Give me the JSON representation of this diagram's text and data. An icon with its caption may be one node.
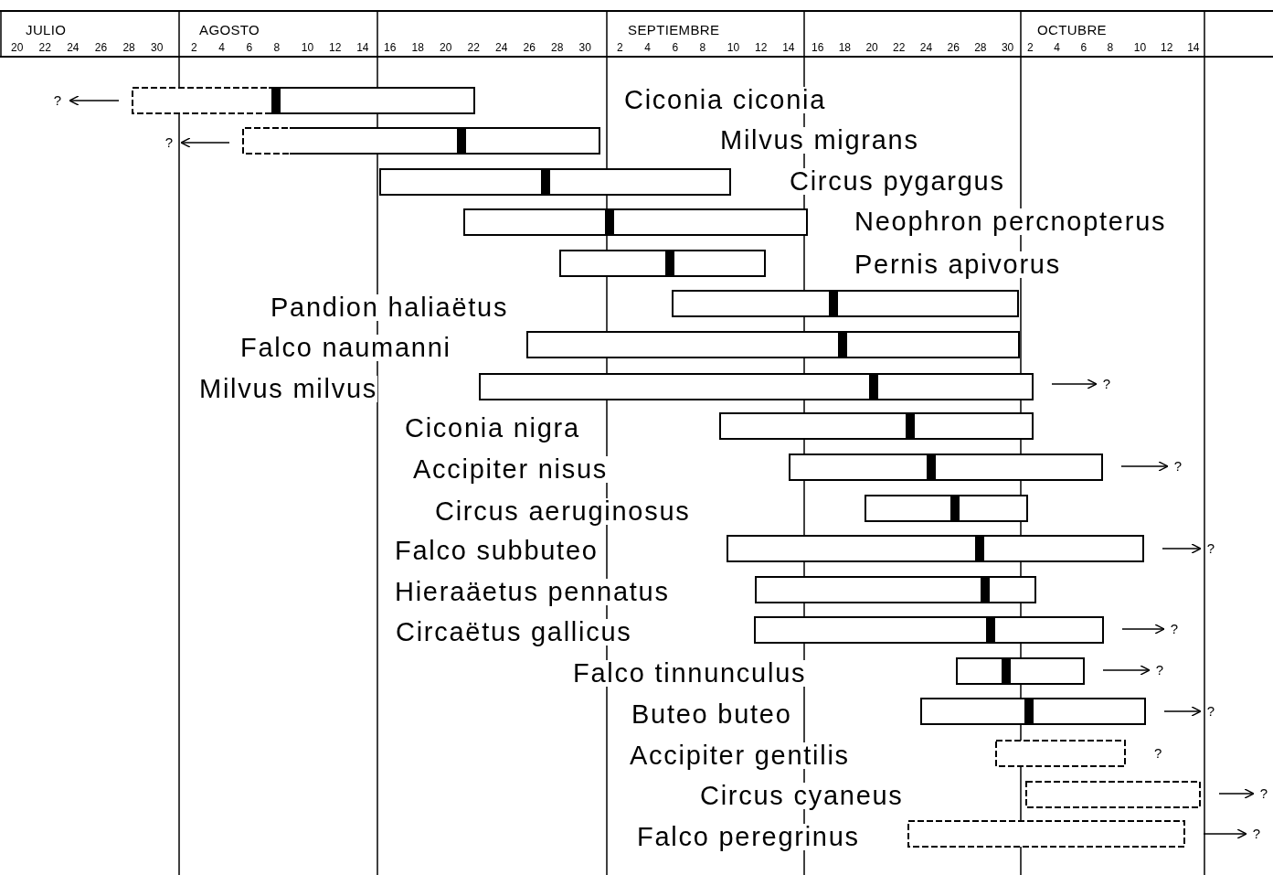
{
  "diagram": {
    "nodes": [
      {
        "text": [],
        "shape": "bar"
      },
      {
        "text": [],
        "shape": "bar"
      },
      {
        "text": [],
        "shape": "bar"
      },
      {
        "text": [],
        "shape": "bar"
      },
      {
        "text": [],
        "shape": "bar"
      },
      {
        "text": [],
        "shape": "bar"
      },
      {
        "text": [],
        "shape": "bar"
      },
      {
        "text": [],
        "shape": "bar"
      },
      {
        "text": [],
        "shape": "bar"
      },
      {
        "text": [],
        "shape": "bar"
      },
      {
        "text": [],
        "shape": "bar"
      },
      {
        "text": [],
        "shape": "bar"
      },
      {
        "text": [],
        "shape": "bar"
      },
      {
        "text": [],
        "shape": "bar"
      },
      {
        "text": [],
        "shape": "bar"
      },
      {
        "text": [],
        "shape": "bar"
      },
      {
        "text": [],
        "shape": "bar"
      },
      {
        "text": [],
        "shape": "bar"
      },
      {
        "text": [],
        "shape": "bar"
      },
      {
        "text": [
          "?"
        ]
      },
      {
        "text": [
          "?"
        ]
      },
      {
        "text": [
          "?"
        ]
      },
      {
        "text": [
          "?"
        ]
      },
      {
        "text": [
          "?"
        ]
      },
      {
        "text": [
          "?"
        ]
      },
      {
        "text": [
          "?"
        ]
      },
      {
        "text": [
          "?"
        ]
      },
      {
        "text": [
          "?"
        ]
      },
      {
        "text": [
          "?"
        ]
      }
    ],
    "edges": [
      {
        "from": 0,
        "to": 19,
        "arrow": "to"
      },
      {
        "from": 1,
        "to": 20,
        "arrow": "to"
      },
      {
        "from": 7,
        "to": 21,
        "arrow": "to"
      },
      {
        "from": 9,
        "to": 22,
        "arrow": "to"
      },
      {
        "from": 11,
        "to": 23,
        "arrow": "to"
      },
      {
        "from": 13,
        "to": 24,
        "arrow": "to"
      },
      {
        "from": 14,
        "to": 25,
        "arrow": "to"
      },
      {
        "from": 15,
        "to": 26,
        "arrow": "to"
      },
      {
        "from": 17,
        "to": 27,
        "arrow": "to"
      },
      {
        "from": 18,
        "to": 28,
        "arrow": "to"
      }
    ],
    "labels": [
      "JULIO",
      "AGOSTO",
      "SEPTIEMBRE",
      "OCTUBRE",
      "20",
      "22",
      "24",
      "26",
      "28",
      "30",
      "2",
      "4",
      "6",
      "8",
      "10",
      "12",
      "14",
      "16",
      "18",
      "20",
      "22",
      "24",
      "26",
      "28",
      "30",
      "2",
      "4",
      "6",
      "8",
      "10",
      "12",
      "14",
      "16",
      "18",
      "20",
      "22",
      "24",
      "26",
      "28",
      "30",
      "2",
      "4",
      "6",
      "8",
      "10",
      "12",
      "14",
      "Ciconia ciconia",
      "Milvus migrans",
      "Circus pygargus",
      "Neophron percnopterus",
      "Pernis apivorus",
      "Pandion haliaëtus",
      "Falco naumanni",
      "Milvus milvus",
      "Ciconia nigra",
      "Accipiter nisus",
      "Circus aeruginosus",
      "Falco subbuteo",
      "Hieraäetus pennatus",
      "Circaëtus gallicus",
      "Falco tinnunculus",
      "Buteo buteo",
      "Accipiter gentilis",
      "?",
      "Circus cyaneus",
      "Falco peregrinus"
    ]
  }
}
